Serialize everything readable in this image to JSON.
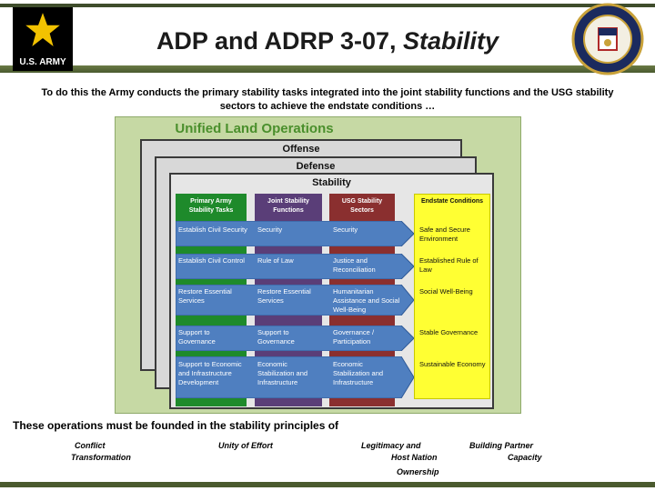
{
  "header": {
    "title_main": "ADP and ADRP 3-07, ",
    "title_italic": "Stability",
    "army_logo_text": "U.S. ARMY"
  },
  "intro": "To do this the Army conducts the primary stability tasks integrated into the joint stability functions and the USG stability sectors to achieve the endstate conditions …",
  "diagram": {
    "title": "Unified Land Operations",
    "offense": "Offense",
    "defense": "Defense",
    "stability": "Stability",
    "columns": {
      "tasks": "Primary Army Stability Tasks",
      "functions": "Joint Stability Functions",
      "sectors": "USG Stability Sectors",
      "endstate": "Endstate Conditions"
    },
    "rows": [
      {
        "task": "Establish Civil Security",
        "function": "Security",
        "sector": "Security",
        "end": "Safe and Secure Environment"
      },
      {
        "task": "Establish Civil Control",
        "function": "Rule of Law",
        "sector": "Justice and Reconciliation",
        "end": "Established Rule of Law"
      },
      {
        "task": "Restore Essential Services",
        "function": "Restore Essential Services",
        "sector": "Humanitarian Assistance and Social Well-Being",
        "end": "Social Well-Being"
      },
      {
        "task": "Support to Governance",
        "function": "Support to Governance",
        "sector": "Governance / Participation",
        "end": "Stable Governance"
      },
      {
        "task": "Support to Economic and Infrastructure Development",
        "function": "Economic Stabilization and Infrastructure",
        "sector": "Economic Stabilization and Infrastructure",
        "end": "Sustainable Economy"
      }
    ]
  },
  "principles": {
    "heading": "These operations must be founded in  the stability principles of",
    "items": {
      "conflict": "Conflict",
      "transformation": "Transformation",
      "unity": "Unity of Effort",
      "legitimacy": "Legitimacy and",
      "host_nation": "Host Nation",
      "ownership": "Ownership",
      "building": "Building Partner",
      "capacity": "Capacity"
    }
  },
  "colors": {
    "tasks": "#1e8a2b",
    "functions": "#5a3e78",
    "sectors": "#8a2f2f",
    "arrow": "#4f7fc0",
    "endstate": "#ffff33",
    "frame": "#c6d9a4"
  }
}
